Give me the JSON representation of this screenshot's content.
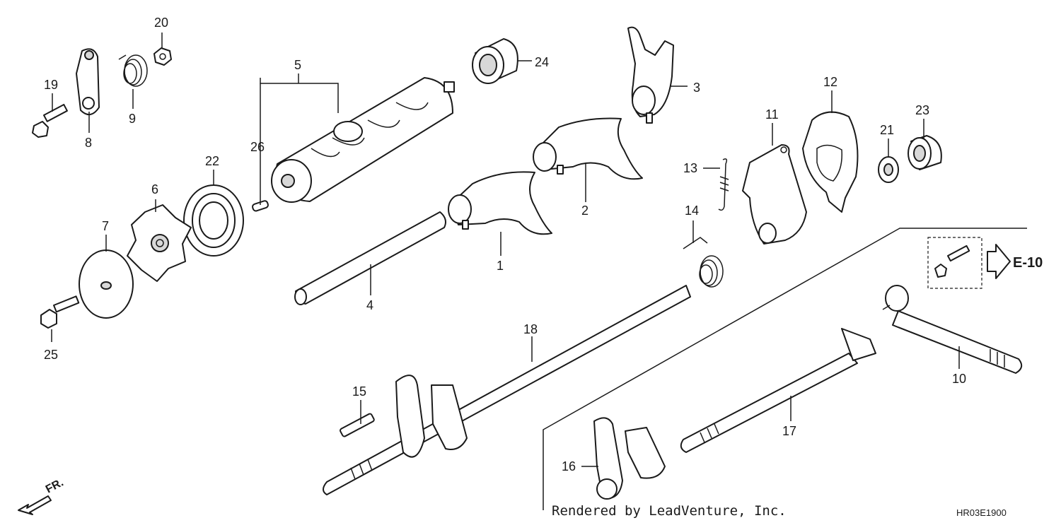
{
  "parts": [
    {
      "id": "1",
      "label": "1"
    },
    {
      "id": "2",
      "label": "2"
    },
    {
      "id": "3",
      "label": "3"
    },
    {
      "id": "4",
      "label": "4"
    },
    {
      "id": "5",
      "label": "5"
    },
    {
      "id": "6",
      "label": "6"
    },
    {
      "id": "7",
      "label": "7"
    },
    {
      "id": "8",
      "label": "8"
    },
    {
      "id": "9",
      "label": "9"
    },
    {
      "id": "10",
      "label": "10"
    },
    {
      "id": "11",
      "label": "11"
    },
    {
      "id": "12",
      "label": "12"
    },
    {
      "id": "13",
      "label": "13"
    },
    {
      "id": "14",
      "label": "14"
    },
    {
      "id": "15",
      "label": "15"
    },
    {
      "id": "16",
      "label": "16"
    },
    {
      "id": "17",
      "label": "17"
    },
    {
      "id": "18",
      "label": "18"
    },
    {
      "id": "19",
      "label": "19"
    },
    {
      "id": "20",
      "label": "20"
    },
    {
      "id": "21",
      "label": "21"
    },
    {
      "id": "22",
      "label": "22"
    },
    {
      "id": "23",
      "label": "23"
    },
    {
      "id": "24",
      "label": "24"
    },
    {
      "id": "25",
      "label": "25"
    },
    {
      "id": "26",
      "label": "26"
    }
  ],
  "reference": {
    "label": "E-10"
  },
  "direction": {
    "label": "FR."
  },
  "footer": {
    "credit": "Rendered by LeadVenture, Inc.",
    "code": "HR03E1900"
  },
  "colors": {
    "line": "#1a1a1a",
    "background": "#ffffff"
  }
}
